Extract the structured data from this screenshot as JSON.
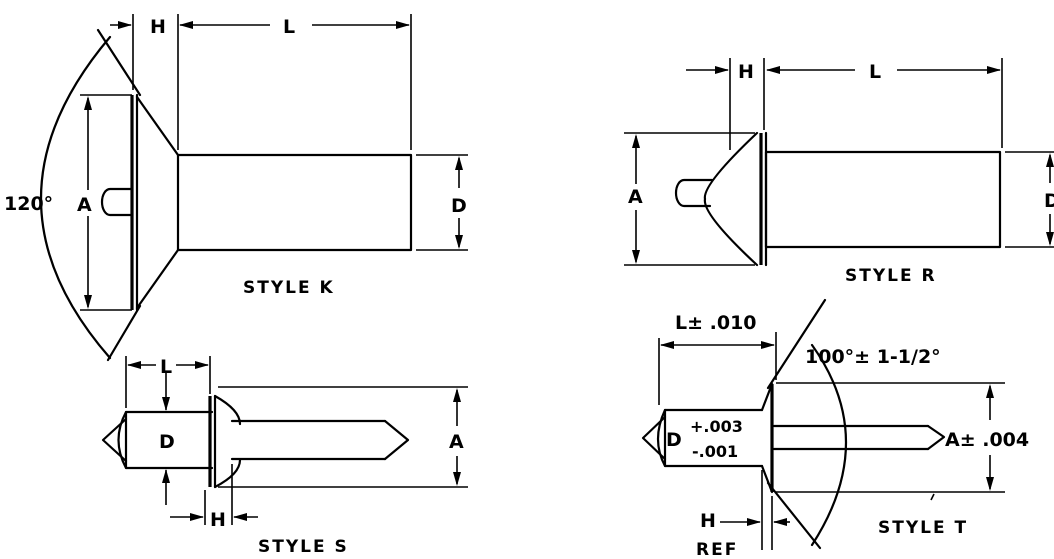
{
  "style_k": {
    "caption": "STYLE K",
    "angle": "120°",
    "head_dim": "H",
    "length_dim": "L",
    "head_dia": "A",
    "shank_dia": "D"
  },
  "style_r": {
    "caption": "STYLE R",
    "head_dim": "H",
    "length_dim": "L",
    "head_dia": "A",
    "shank_dia": "D"
  },
  "style_s": {
    "caption": "STYLE S",
    "length_dim": "L",
    "head_dim": "H",
    "head_dia": "A",
    "shank_dia": "D"
  },
  "style_t": {
    "caption": "STYLE T",
    "length_dim": "L± .010",
    "angle": "100°± 1-1/2°",
    "head_dia": "A± .004",
    "shank_dia": "D",
    "tol_plus": "+.003",
    "tol_minus": "-.001",
    "head_dim": "H",
    "ref": "REF"
  }
}
